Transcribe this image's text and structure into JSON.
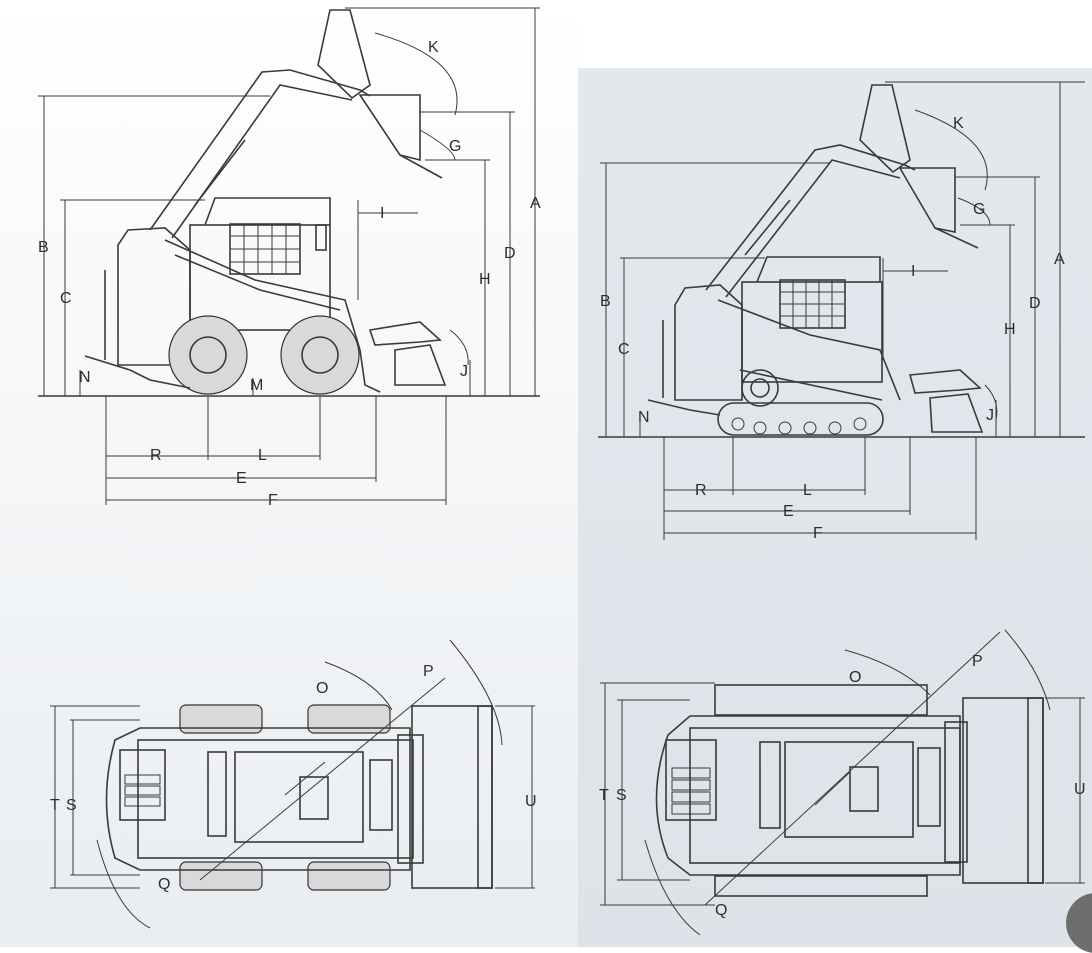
{
  "diagrams": [
    {
      "id": "wheeled-skid-steer",
      "side_view_labels": [
        "A",
        "B",
        "C",
        "D",
        "E",
        "F",
        "G",
        "H",
        "I",
        "J",
        "K",
        "L",
        "M",
        "N",
        "R"
      ],
      "top_view_labels": [
        "O",
        "P",
        "Q",
        "S",
        "T",
        "U"
      ]
    },
    {
      "id": "tracked-skid-steer",
      "side_view_labels": [
        "A",
        "B",
        "C",
        "D",
        "E",
        "F",
        "G",
        "H",
        "I",
        "J",
        "K",
        "L",
        "N",
        "R"
      ],
      "top_view_labels": [
        "O",
        "P",
        "Q",
        "S",
        "T",
        "U"
      ]
    }
  ],
  "labels": {
    "A": "A",
    "B": "B",
    "C": "C",
    "D": "D",
    "E": "E",
    "F": "F",
    "G": "G",
    "H": "H",
    "I": "I",
    "J": "J",
    "K": "K",
    "L": "L",
    "M": "M",
    "N": "N",
    "O": "O",
    "P": "P",
    "Q": "Q",
    "R": "R",
    "S": "S",
    "T": "T",
    "U": "U"
  },
  "colors": {
    "line": "#3a3a3a",
    "left_bg": "#f3f5f7",
    "right_bg": "#dfe5ea",
    "badge": "#6e6e6e"
  }
}
